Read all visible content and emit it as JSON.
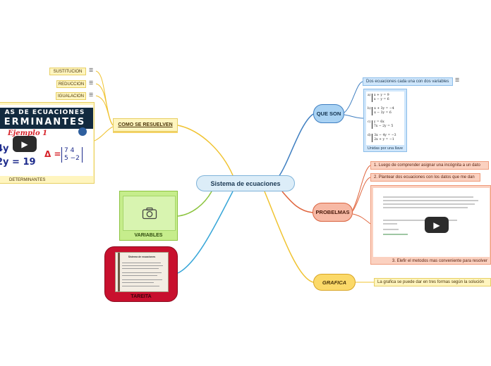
{
  "center": {
    "label": "Sistema de ecuaciones"
  },
  "que_son": {
    "label": "QUE SON",
    "definition": "Dos ecuaciones cada una con dos variables",
    "image_caption": "Unidas por una llave",
    "equations": [
      [
        "x + y = 9",
        "x − y = 6"
      ],
      [
        "x + 3y = −4",
        "x − 3y = 6"
      ],
      [
        "y = 6x",
        "7x − 2y = 5"
      ],
      [
        "3x − 4y = −3",
        "2x +   y = −1"
      ]
    ],
    "labels": [
      "a)",
      "b)",
      "c)",
      "d)"
    ]
  },
  "probelmas": {
    "label": "PROBELMAS",
    "steps": [
      "1. Luego de comprender asignar una incógnita a un dato",
      "2. Plantear dos ecuaciones con los datos que me dan",
      "3. Elefir el metodos mas conveniente para resolver"
    ]
  },
  "grafica": {
    "label": "GRAFICA",
    "detail": "La grafica se puede dar en tres formas según la solución"
  },
  "como_se_resuelven": {
    "label": "COMO SE RESUELVEN",
    "methods": [
      "SUSTITUCION",
      "REDUCCION",
      "IGUALACION"
    ],
    "video_caption": "DETERMINANTES",
    "video_title_line1": "AS DE ECUACIONES",
    "video_title_line2": "ERMINANTES",
    "video_ejemplo": "Ejemplo 1",
    "video_eq1": "4y = 13",
    "video_eq2": "2y = 19",
    "video_delta": "Δ =",
    "video_matrix": [
      "7   4",
      "5  −2"
    ]
  },
  "variables": {
    "label": "VARIABLES"
  },
  "tareita": {
    "label": "TAREITA",
    "doc_title": "Sistema de ecuaciones"
  },
  "colors": {
    "blue_branch": "#3f7fc1",
    "orange_branch": "#e0653d",
    "yellow_branch": "#f0c330",
    "green_branch": "#8cc43f",
    "cyan_branch": "#37a6d8"
  }
}
